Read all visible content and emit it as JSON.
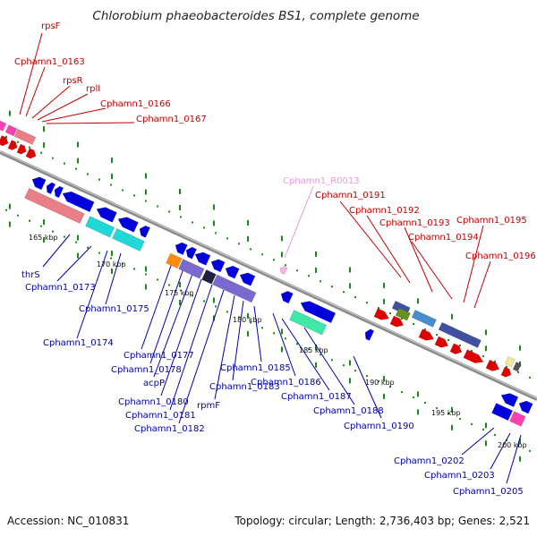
{
  "title": "Chlorobium phaeobacteroides BS1, complete genome",
  "footer": {
    "accession": "Accession: NC_010831",
    "summary": "Topology: circular; Length: 2,736,403 bp; Genes: 2,521"
  },
  "colors": {
    "forward_label": "#c00000",
    "reverse_label": "#0000a8",
    "rna_label": "#e89ad4",
    "backbone": "#8a8a8a",
    "tick": "#1a8a1a",
    "cds_forward": "#e00000",
    "cds_reverse": "#0000dd",
    "cog_pink": "#e87e86",
    "cog_cyan": "#20d8d8",
    "cog_violet": "#7a6ad0",
    "cog_slate": "#4050a0",
    "cog_steel": "#4a8cd0",
    "cog_mint": "#40e8a8",
    "cog_orange": "#ff8a10",
    "cog_magenta": "#ff40b0",
    "cog_olive": "#6a9020",
    "cog_khaki": "#f0e8a0"
  },
  "ticks": [
    "165 kbp",
    "170 kbp",
    "175 kbp",
    "180 kbp",
    "185 kbp",
    "190 kbp",
    "195 kbp",
    "200 kbp"
  ],
  "forward_labels": [
    "rpsF",
    "Cphamn1_0163",
    "rpsR",
    "rplI",
    "Cphamn1_0166",
    "Cphamn1_0167",
    "Cphamn1_0191",
    "Cphamn1_0192",
    "Cphamn1_0193",
    "Cphamn1_0194",
    "Cphamn1_0195",
    "Cphamn1_0196"
  ],
  "rna_labels": [
    "Cphamn1_R0013"
  ],
  "reverse_labels": [
    "thrS",
    "Cphamn1_0173",
    "Cphamn1_0175",
    "Cphamn1_0174",
    "Cphamn1_0177",
    "Cphamn1_0178",
    "acpP",
    "Cphamn1_0180",
    "Cphamn1_0181",
    "Cphamn1_0182",
    "rpmF",
    "Cphamn1_0183",
    "Cphamn1_0185",
    "Cphamn1_0186",
    "Cphamn1_0187",
    "Cphamn1_0188",
    "Cphamn1_0190",
    "Cphamn1_0202",
    "Cphamn1_0203",
    "Cphamn1_0205"
  ]
}
